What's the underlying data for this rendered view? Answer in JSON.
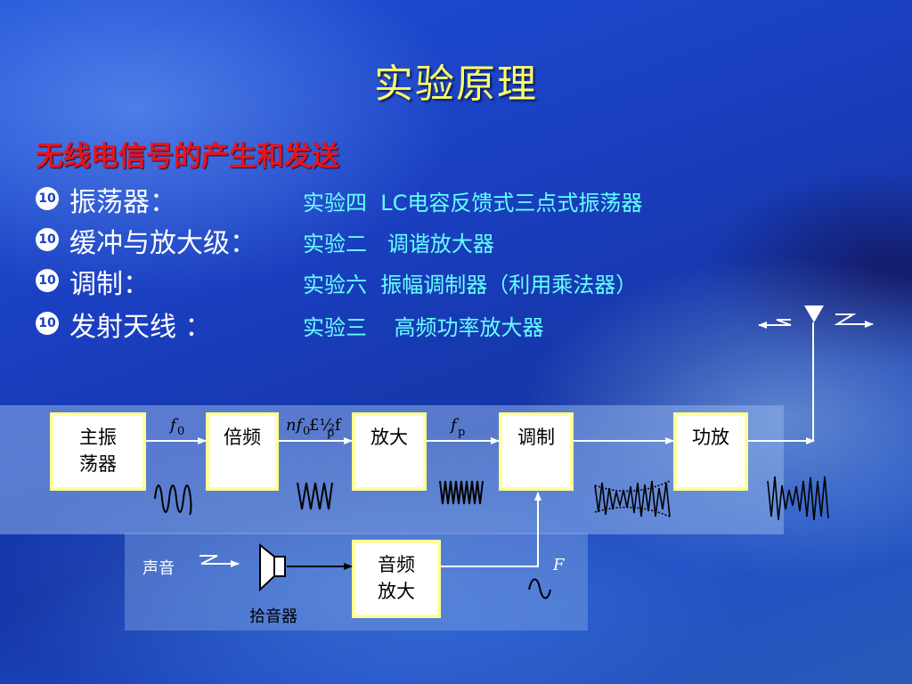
{
  "title": "实验原理",
  "subtitle": "无线电信号的产生和发送",
  "bullet_glyph": "10",
  "items": [
    {
      "label": "振荡器：",
      "experiment": "实验四  LC电容反馈式三点式振荡器"
    },
    {
      "label": "缓冲与放大级：",
      "experiment": "实验二   调谐放大器"
    },
    {
      "label": "调制：",
      "experiment": "实验六  振幅调制器（利用乘法器）"
    },
    {
      "label": "发射天线 ：",
      "experiment": "实验三    高频功率放大器"
    }
  ],
  "diagram": {
    "blocks": {
      "oscillator": [
        "主振",
        "荡器"
      ],
      "multiplier": "倍频",
      "amplifier": "放大",
      "modulator": "调制",
      "power_amp": "功放",
      "audio_amp": [
        "音频",
        "放大"
      ]
    },
    "signals": {
      "f0_main": "f",
      "f0_sub": "0",
      "nf_main": "nf",
      "nf_sub": "0",
      "nf_mid": "£½f",
      "nf_sub2": "p",
      "fp_main": "f",
      "fp_sub": "p",
      "audio_freq": "F"
    },
    "labels": {
      "sound": "声音",
      "microphone": "拾音器"
    }
  },
  "colors": {
    "title": "#ffff66",
    "subtitle": "#e8141c",
    "experiment_text": "#66ffff",
    "box_fill": "#ffffff",
    "box_border": "#ffff99"
  }
}
